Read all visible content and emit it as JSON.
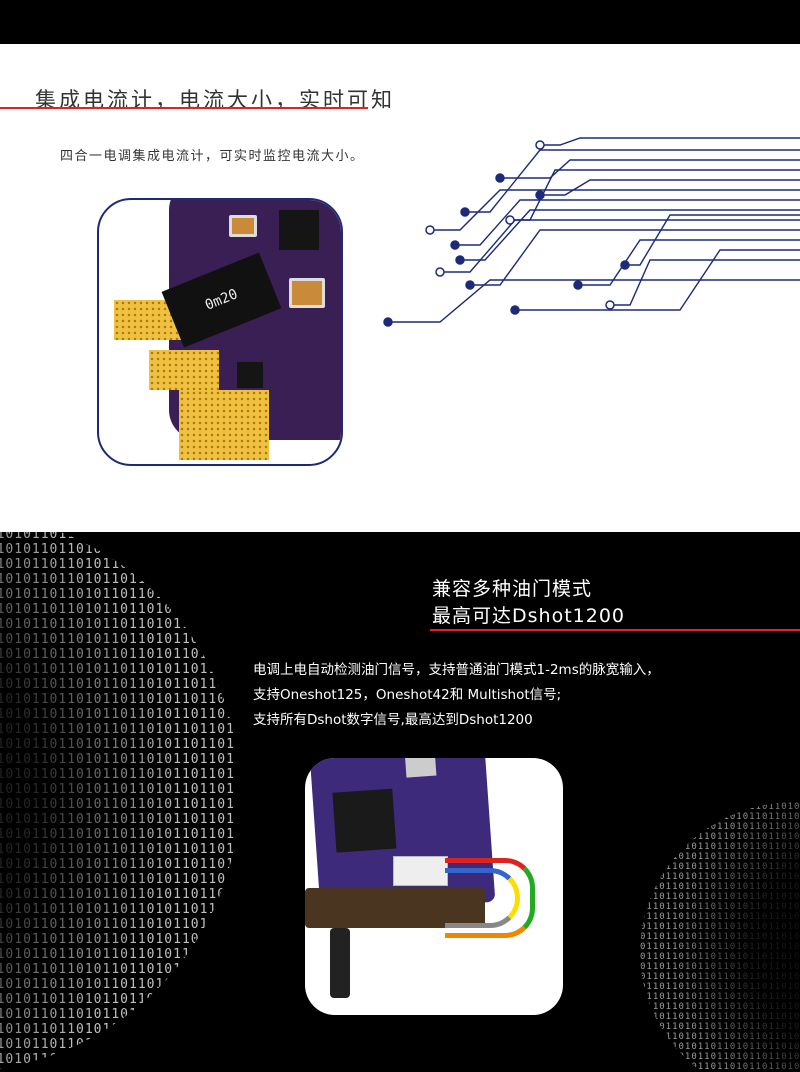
{
  "section1": {
    "heading": "集成电流计，电流大小，实时可知",
    "description": "四合一电调集成电流计，可实时监控电流大小。",
    "resistor_marking": "0m20"
  },
  "section2": {
    "heading_line1": "兼容多种油门模式",
    "heading_line2": "最高可达Dshot1200",
    "body_lines": [
      "电调上电自动检测油门信号，支持普通油门模式1-2ms的脉宽输入，",
      "支持Oneshot125，Oneshot42和 Multishot信号;",
      "支持所有Dshot数字信号,最高达到Dshot1200"
    ]
  },
  "colors": {
    "accent_red": "#e62020",
    "circuit_blue": "#1d2a7a",
    "pcb_purple": "#3a1f55"
  }
}
